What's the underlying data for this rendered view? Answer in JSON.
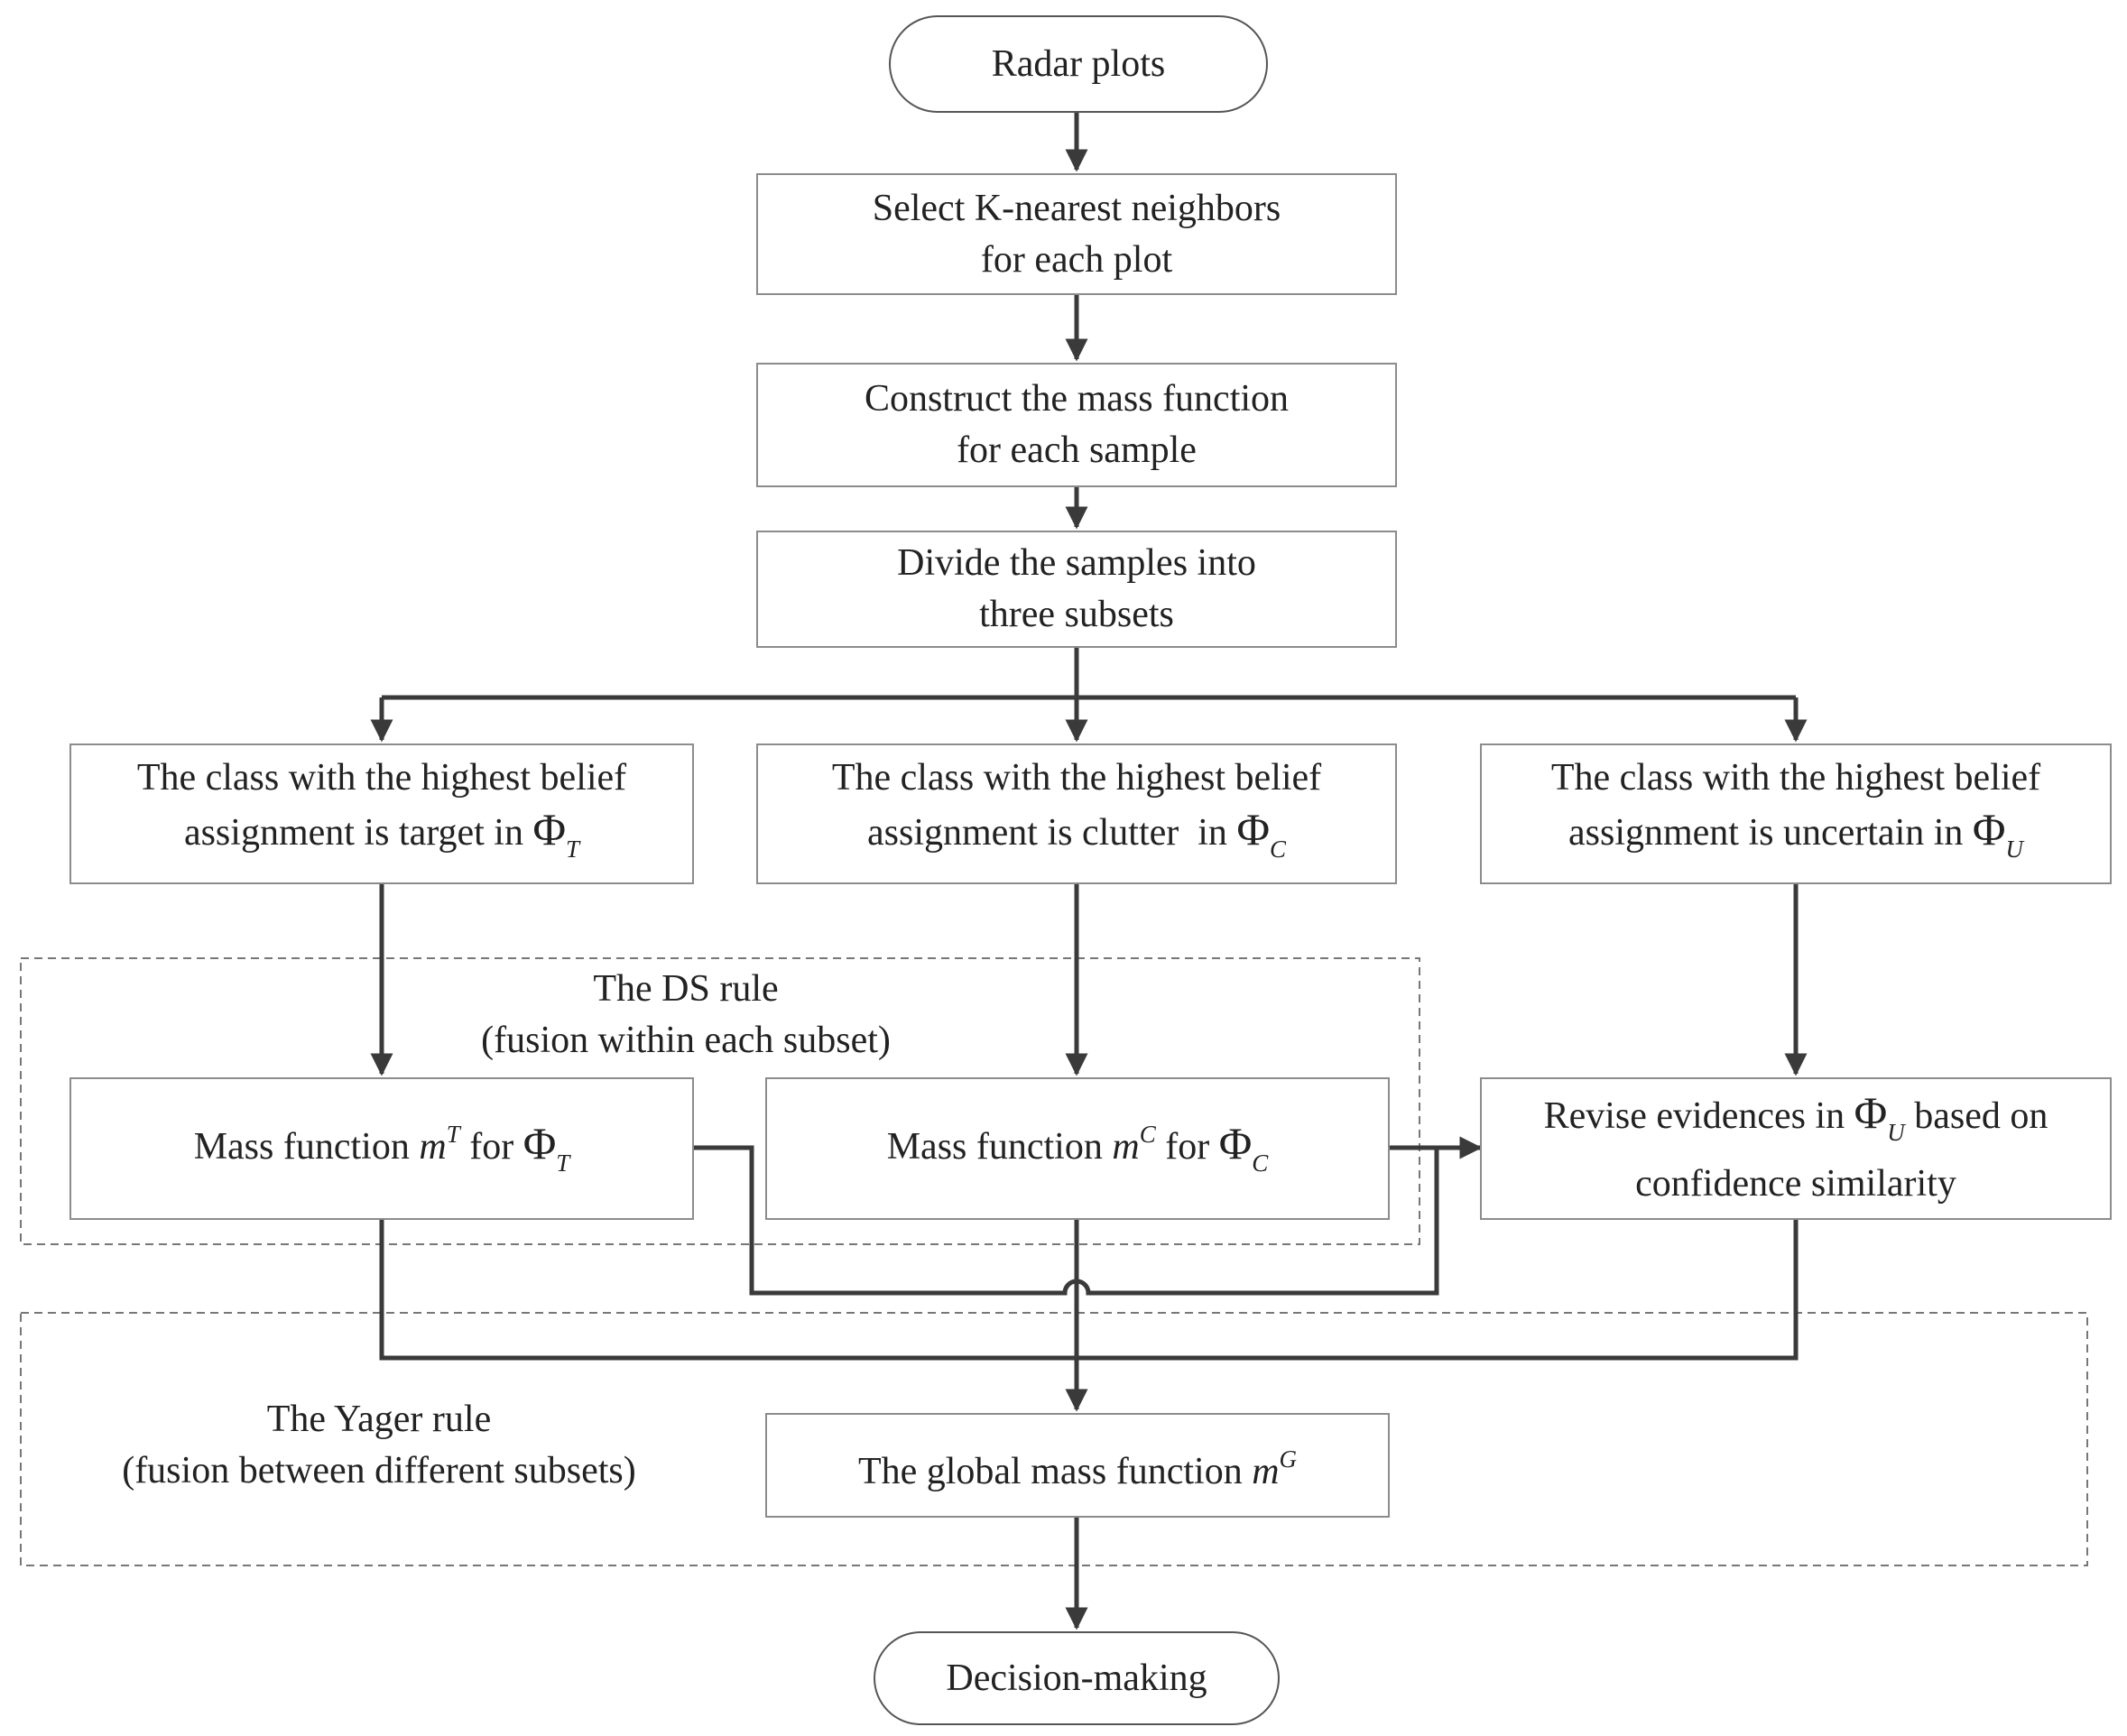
{
  "nodes": {
    "start": "Radar plots",
    "knn": [
      "Select K-nearest neighbors",
      "for each plot"
    ],
    "mass": [
      "Construct the mass function",
      "for each sample"
    ],
    "divide": [
      "Divide the samples into",
      "three subsets"
    ],
    "class_target": [
      "The class with the highest belief",
      "assignment is target in"
    ],
    "class_clutter": [
      "The class with the highest belief",
      "assignment is clutter  in"
    ],
    "class_uncertain": [
      "The class with the highest belief",
      "assignment is uncertain in"
    ],
    "mass_target": {
      "text": "Mass function",
      "m": "m",
      "sup": "T",
      "for": "for"
    },
    "mass_clutter": {
      "text": "Mass function",
      "m": "m",
      "sup": "C",
      "for": "for"
    },
    "revise": {
      "pre": "Revise evidences in",
      "post": "based on",
      "line2": "confidence similarity"
    },
    "global_mass": {
      "text": "The global mass function",
      "m": "m",
      "sup": "G"
    },
    "end": "Decision-making"
  },
  "symbols": {
    "phi": "Φ",
    "T": "T",
    "C": "C",
    "U": "U"
  },
  "regions": {
    "ds_rule": [
      "The DS rule",
      "(fusion within each subset)"
    ],
    "yager_rule": [
      "The Yager rule",
      "(fusion between different subsets)"
    ]
  },
  "colors": {
    "line": "#3a3a3a",
    "box_border": "#8c8c8c",
    "dashed": "#777777"
  }
}
